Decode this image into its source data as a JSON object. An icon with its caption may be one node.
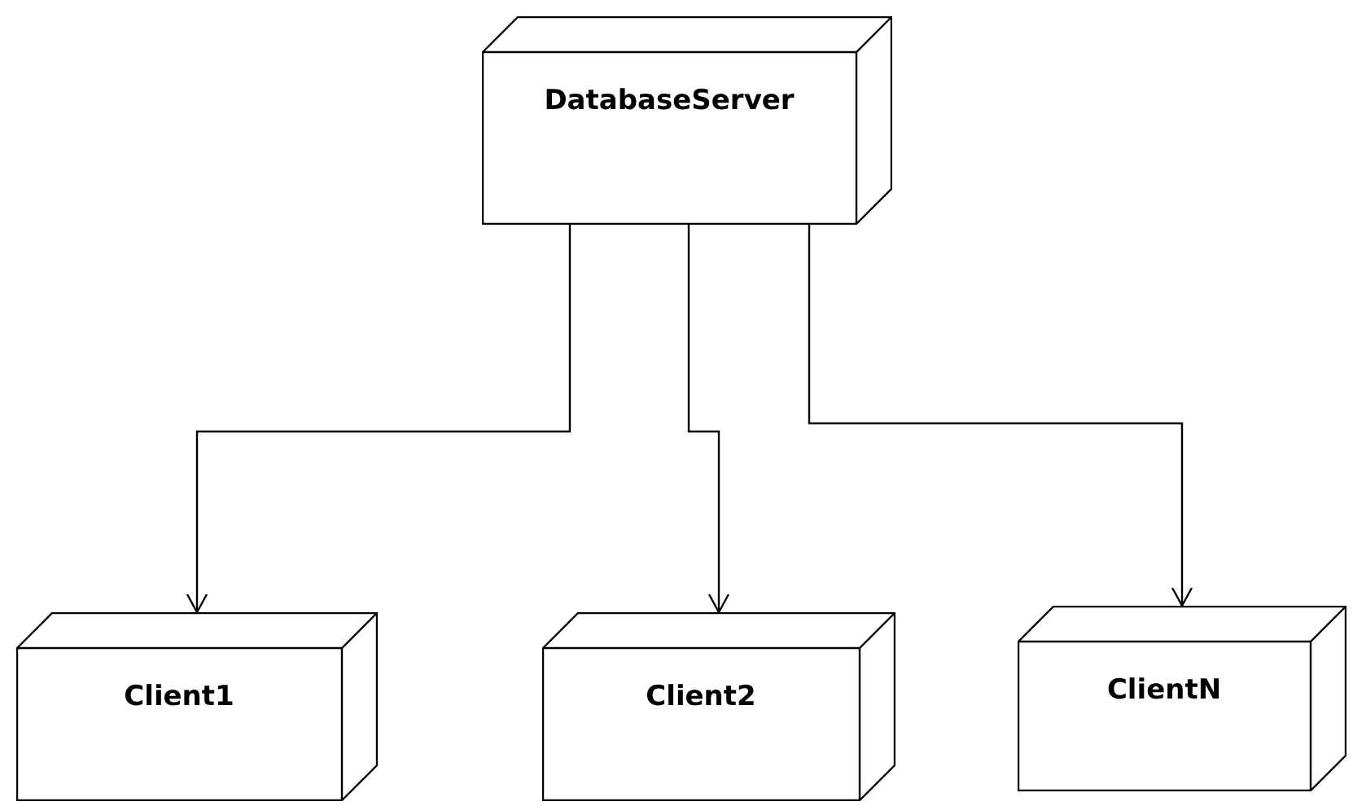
{
  "diagram": {
    "nodes": [
      {
        "text": [
          "DatabaseServer"
        ]
      },
      {
        "text": [
          "Client1"
        ]
      },
      {
        "text": [
          "Client2"
        ]
      },
      {
        "text": [
          "ClientN"
        ]
      }
    ],
    "edges": [
      {
        "from": 0,
        "to": 1,
        "arrow": "to"
      },
      {
        "from": 0,
        "to": 2,
        "arrow": "to"
      },
      {
        "from": 0,
        "to": 3,
        "arrow": "to"
      }
    ]
  }
}
